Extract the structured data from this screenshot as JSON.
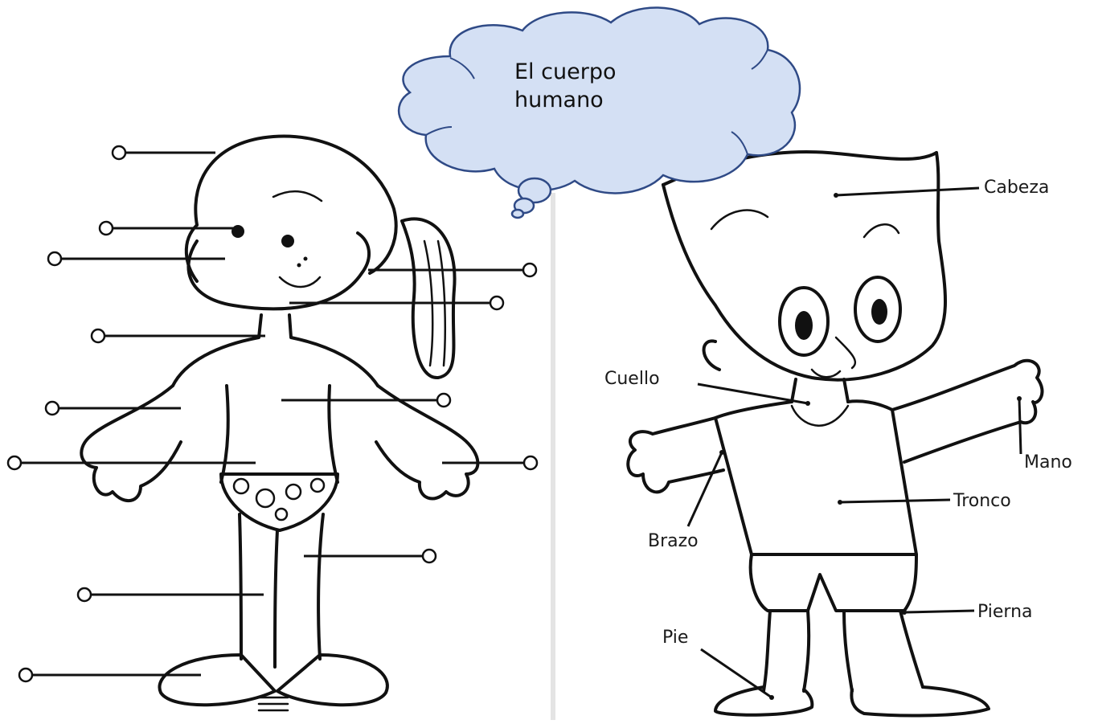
{
  "title": "El cuerpo humano",
  "labels": {
    "cabeza": "Cabeza",
    "cuello": "Cuello",
    "mano": "Mano",
    "tronco": "Tronco",
    "brazo": "Brazo",
    "pierna": "Pierna",
    "pie": "Pie"
  },
  "colors": {
    "cloud_fill": "#d4e0f4",
    "cloud_stroke": "#2f4a86",
    "ink": "#111111"
  }
}
